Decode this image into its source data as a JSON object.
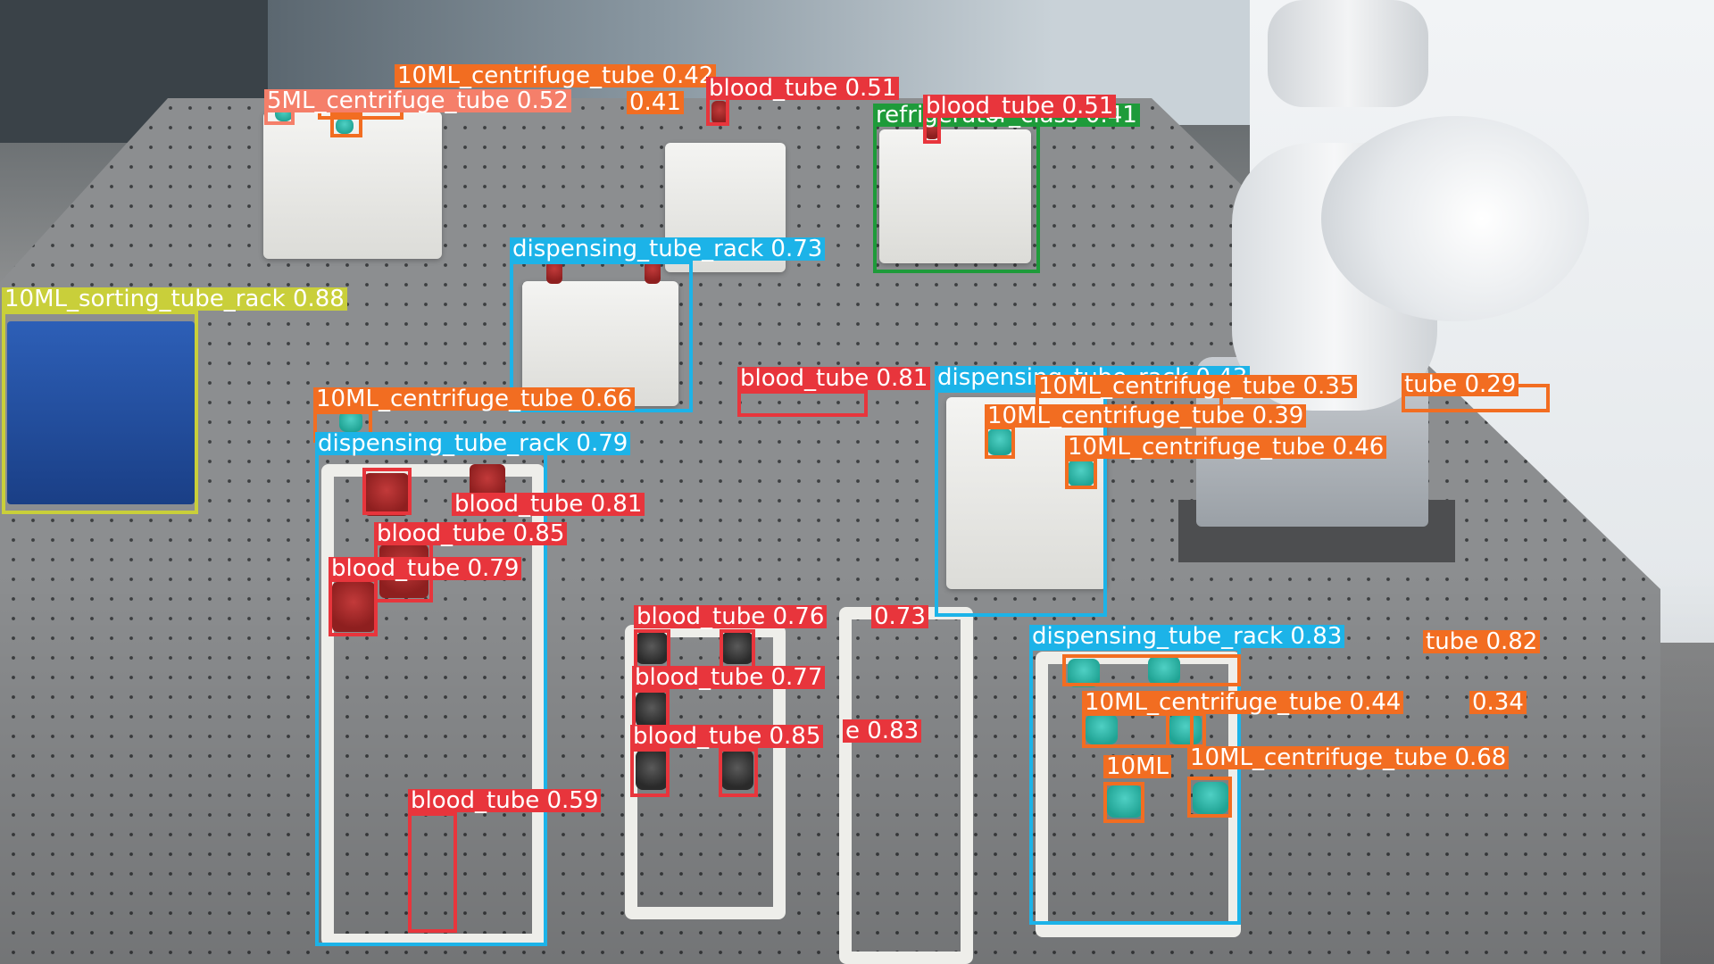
{
  "scene": {
    "colors": {
      "blood_tube": "#e8353c",
      "10ML_centrifuge_tube": "#f26d21",
      "5ML_centrifuge_tube": "#f57f6a",
      "dispensing_tube_rack": "#1cb3e8",
      "10ML_sorting_tube_rack": "#c9cf3a",
      "refrigerator_class": "#1e9b3a"
    }
  },
  "detections": [
    {
      "name": "detection-10ml-centrifuge-tube-top",
      "label": "10ML_centrifuge_tube 0.42",
      "class": "10ML_centrifuge_tube"
    },
    {
      "name": "detection-5ml-centrifuge-tube",
      "label": "5ML_centrifuge_tube 0.52",
      "class": "5ML_centrifuge_tube"
    },
    {
      "name": "detection-10ml-centrifuge-tube-top-b",
      "label": "0.41",
      "class": "10ML_centrifuge_tube"
    },
    {
      "name": "detection-blood-tube-top-a",
      "label": "blood_tube 0.51",
      "class": "blood_tube"
    },
    {
      "name": "detection-refrigerator",
      "label": "refrigerator_class 0.41",
      "class": "refrigerator_class"
    },
    {
      "name": "detection-blood-tube-top-b",
      "label": "blood_tube 0.51",
      "class": "blood_tube"
    },
    {
      "name": "detection-dispensing-rack-back",
      "label": "dispensing_tube_rack 0.73",
      "class": "dispensing_tube_rack"
    },
    {
      "name": "detection-sorting-rack",
      "label": "10ML_sorting_tube_rack 0.88",
      "class": "10ML_sorting_tube_rack"
    },
    {
      "name": "detection-10ml-centrifuge-tube-left",
      "label": "10ML_centrifuge_tube 0.66",
      "class": "10ML_centrifuge_tube"
    },
    {
      "name": "detection-blood-tube-lying",
      "label": "blood_tube 0.81",
      "class": "blood_tube"
    },
    {
      "name": "detection-dispensing-rack-right",
      "label": "dispensing_tube_rack 0.43",
      "class": "dispensing_tube_rack"
    },
    {
      "name": "detection-10ml-centrifuge-tube-r1",
      "label": "10ML_centrifuge_tube 0.35",
      "class": "10ML_centrifuge_tube"
    },
    {
      "name": "detection-10ml-centrifuge-tube-r0",
      "label": "tube 0.29",
      "class": "10ML_centrifuge_tube"
    },
    {
      "name": "detection-10ml-centrifuge-tube-r2",
      "label": "10ML_centrifuge_tube 0.39",
      "class": "10ML_centrifuge_tube"
    },
    {
      "name": "detection-10ml-centrifuge-tube-r3",
      "label": "10ML_centrifuge_tube 0.46",
      "class": "10ML_centrifuge_tube"
    },
    {
      "name": "detection-dispensing-rack-left",
      "label": "dispensing_tube_rack 0.79",
      "class": "dispensing_tube_rack"
    },
    {
      "name": "detection-blood-tube-l1",
      "label": "blood_tube 0.81",
      "class": "blood_tube"
    },
    {
      "name": "detection-blood-tube-l2",
      "label": "blood_tube 0.85",
      "class": "blood_tube"
    },
    {
      "name": "detection-blood-tube-l3",
      "label": "blood_tube 0.79",
      "class": "blood_tube"
    },
    {
      "name": "detection-blood-tube-m1",
      "label": "blood_tube 0.76",
      "class": "blood_tube"
    },
    {
      "name": "detection-blood-tube-m2",
      "label": "0.73",
      "class": "blood_tube"
    },
    {
      "name": "detection-blood-tube-m3",
      "label": "blood_tube 0.77",
      "class": "blood_tube"
    },
    {
      "name": "detection-blood-tube-m4",
      "label": "blood_tube 0.85",
      "class": "blood_tube"
    },
    {
      "name": "detection-blood-tube-m5",
      "label": "e 0.83",
      "class": "blood_tube"
    },
    {
      "name": "detection-blood-tube-bottom",
      "label": "blood_tube 0.59",
      "class": "blood_tube"
    },
    {
      "name": "detection-dispensing-rack-front",
      "label": "dispensing_tube_rack 0.83",
      "class": "dispensing_tube_rack"
    },
    {
      "name": "detection-10ml-centrifuge-tube-f1",
      "label": "tube 0.82",
      "class": "10ML_centrifuge_tube"
    },
    {
      "name": "detection-10ml-centrifuge-tube-f2",
      "label": "10ML_centrifuge_tube 0.44",
      "class": "10ML_centrifuge_tube"
    },
    {
      "name": "detection-10ml-centrifuge-tube-f3",
      "label": "0.34",
      "class": "10ML_centrifuge_tube"
    },
    {
      "name": "detection-10ml-centrifuge-tube-f4",
      "label": "10ML_centrifuge_tube 0.68",
      "class": "10ML_centrifuge_tube"
    },
    {
      "name": "detection-10ml-centrifuge-tube-f5",
      "label": "10ML",
      "class": "10ML_centrifuge_tube"
    }
  ]
}
